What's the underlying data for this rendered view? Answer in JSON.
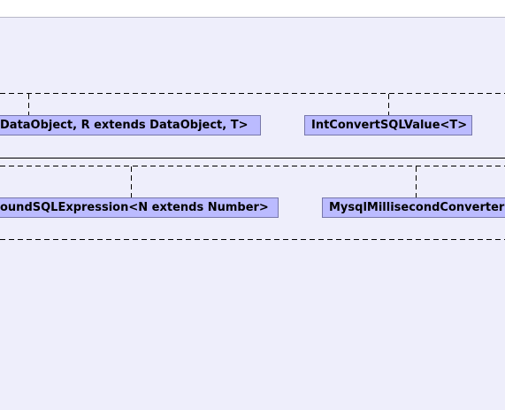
{
  "diagram": {
    "colors": {
      "canvas_bg": "#eeeefb",
      "node_fill": "#bbbbff",
      "node_border": "#7777aa",
      "line": "#000000"
    },
    "row1": {
      "left_node": {
        "label": "DataObject, R extends DataObject, T>"
      },
      "right_node": {
        "label": "IntConvertSQLValue<T>"
      }
    },
    "row2": {
      "left_node": {
        "label": "oundSQLExpression<N extends Number>"
      },
      "right_node": {
        "label": "MysqlMillisecondConverter"
      }
    }
  }
}
